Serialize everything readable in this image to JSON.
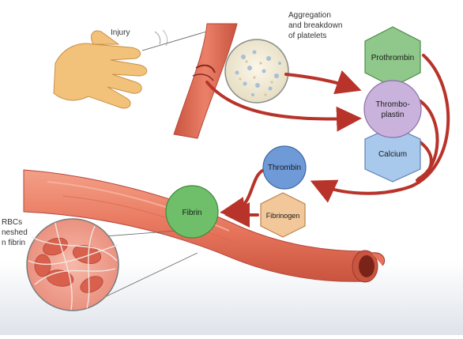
{
  "labels": {
    "injury": "Injury",
    "aggregation_line1": "Aggregation",
    "aggregation_line2": "and breakdown",
    "aggregation_line3": "of platelets",
    "rbcs_line1": "RBCs",
    "rbcs_line2": "neshed",
    "rbcs_line3": "n fibrin"
  },
  "nodes": {
    "prothrombin": "Prothrombin",
    "thromboplastin_line1": "Thrombo-",
    "thromboplastin_line2": "plastin",
    "calcium": "Calcium",
    "thrombin": "Thrombin",
    "fibrinogen": "Fibrinogen",
    "fibrin": "Fibrin"
  },
  "colors": {
    "prothrombin": "#8fc88a",
    "thromboplastin": "#c9b3dc",
    "calcium": "#a8c8ec",
    "thrombin": "#6f9ad8",
    "fibrinogen": "#f2c79a",
    "fibrin": "#6fbf6a",
    "arrow": "#b8332a",
    "vessel": "#e6735a",
    "hand": "#f3c27a"
  }
}
